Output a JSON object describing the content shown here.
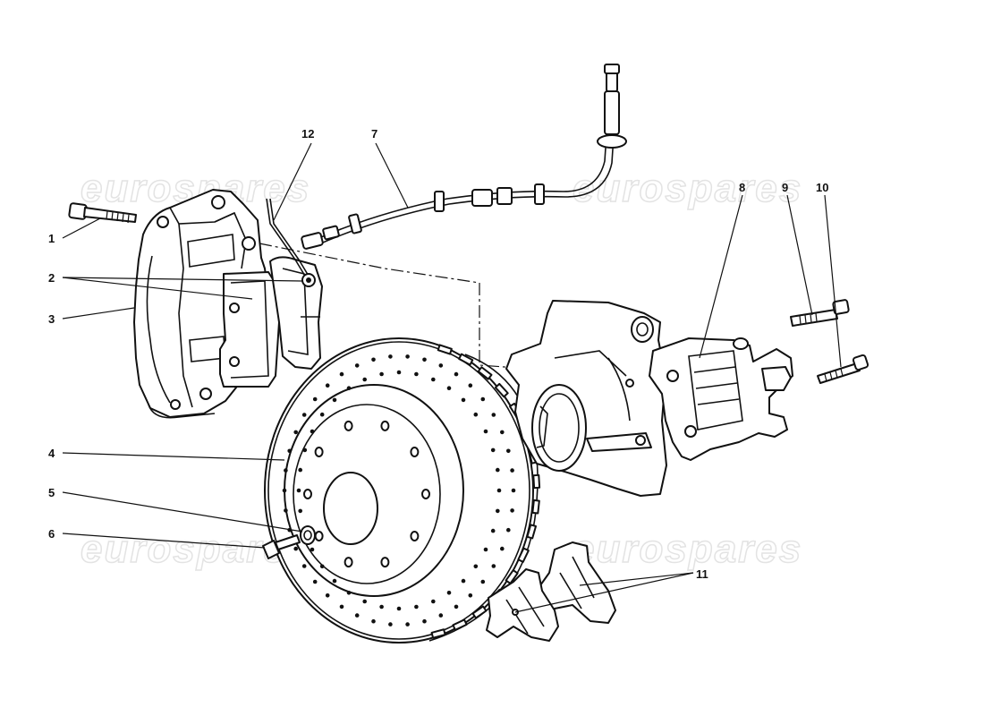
{
  "watermark": {
    "text": "eurospares"
  },
  "callouts": {
    "c1": "1",
    "c2": "2",
    "c3": "3",
    "c4": "4",
    "c5": "5",
    "c6": "6",
    "c7": "7",
    "c8": "8",
    "c9": "9",
    "c10": "10",
    "c11": "11",
    "c12": "12"
  }
}
